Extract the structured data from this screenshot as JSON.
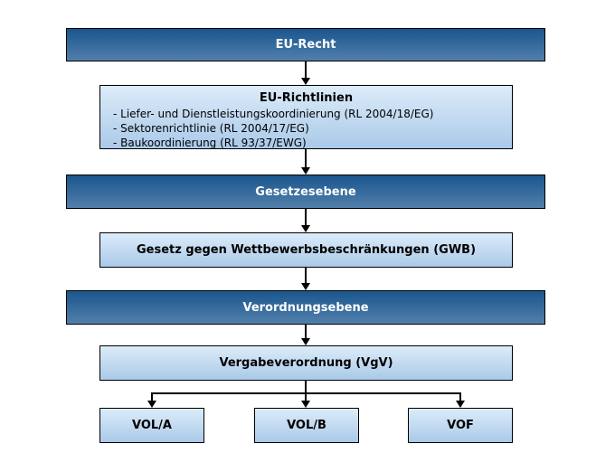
{
  "boxes": {
    "eu_recht": {
      "label": "EU-Recht"
    },
    "eu_richtlinien": {
      "title": "EU-Richtlinien",
      "items": [
        "- Liefer- und Dienstleistungskoordinierung (RL 2004/18/EG)",
        "- Sektorenrichtlinie (RL 2004/17/EG)",
        "- Baukoordinierung (RL 93/37/EWG)"
      ]
    },
    "gesetzesebene": {
      "label": "Gesetzesebene"
    },
    "gwb": {
      "label": "Gesetz gegen Wettbewerbsbeschränkungen (GWB)"
    },
    "verordnungsebene": {
      "label": "Verordnungsebene"
    },
    "vgv": {
      "label": "Vergabeverordnung (VgV)"
    },
    "vol_a": {
      "label": "VOL/A"
    },
    "vol_b": {
      "label": "VOL/B"
    },
    "vof": {
      "label": "VOF"
    }
  },
  "colors": {
    "background": "#ffffff",
    "dark_box_top": "#1a568e",
    "dark_box_bottom": "#527fab",
    "light_box_top": "#dcecf9",
    "light_box_bottom": "#aac9e9",
    "box_border": "#000000",
    "dark_box_text": "#ffffff",
    "light_box_text": "#000000",
    "connector": "#000000"
  }
}
